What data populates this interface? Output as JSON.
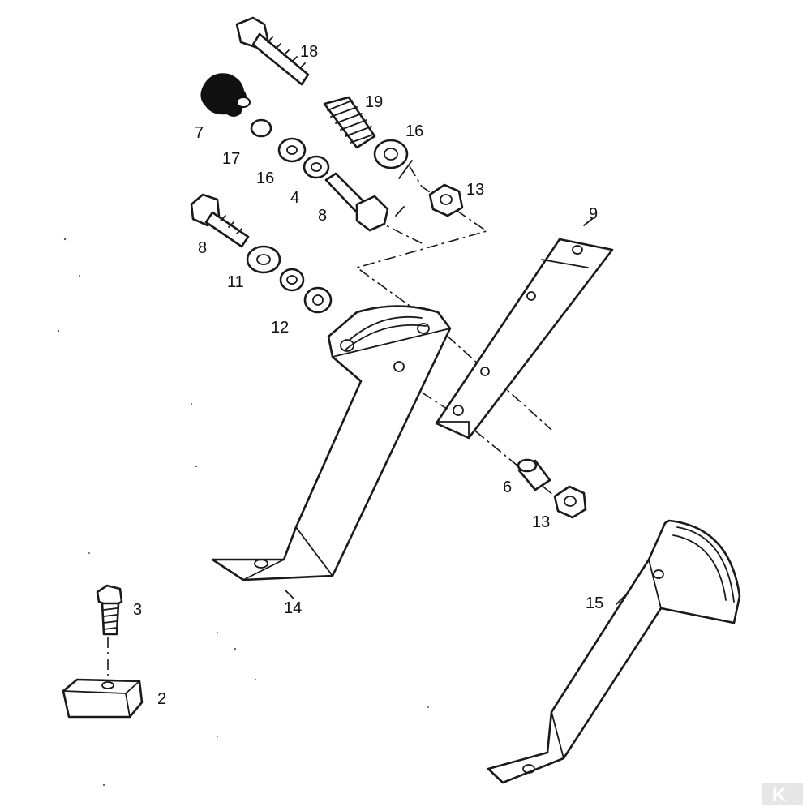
{
  "diagram": {
    "callouts": [
      {
        "id": "18",
        "label": "18"
      },
      {
        "id": "19",
        "label": "19"
      },
      {
        "id": "7",
        "label": "7"
      },
      {
        "id": "17",
        "label": "17"
      },
      {
        "id": "16a",
        "label": "16"
      },
      {
        "id": "16b",
        "label": "16"
      },
      {
        "id": "4",
        "label": "4"
      },
      {
        "id": "8a",
        "label": "8"
      },
      {
        "id": "13a",
        "label": "13"
      },
      {
        "id": "9",
        "label": "9"
      },
      {
        "id": "8b",
        "label": "8"
      },
      {
        "id": "11",
        "label": "11"
      },
      {
        "id": "12",
        "label": "12"
      },
      {
        "id": "6",
        "label": "6"
      },
      {
        "id": "13b",
        "label": "13"
      },
      {
        "id": "14",
        "label": "14"
      },
      {
        "id": "15",
        "label": "15"
      },
      {
        "id": "3",
        "label": "3"
      },
      {
        "id": "2",
        "label": "2"
      }
    ],
    "watermark": "K"
  }
}
